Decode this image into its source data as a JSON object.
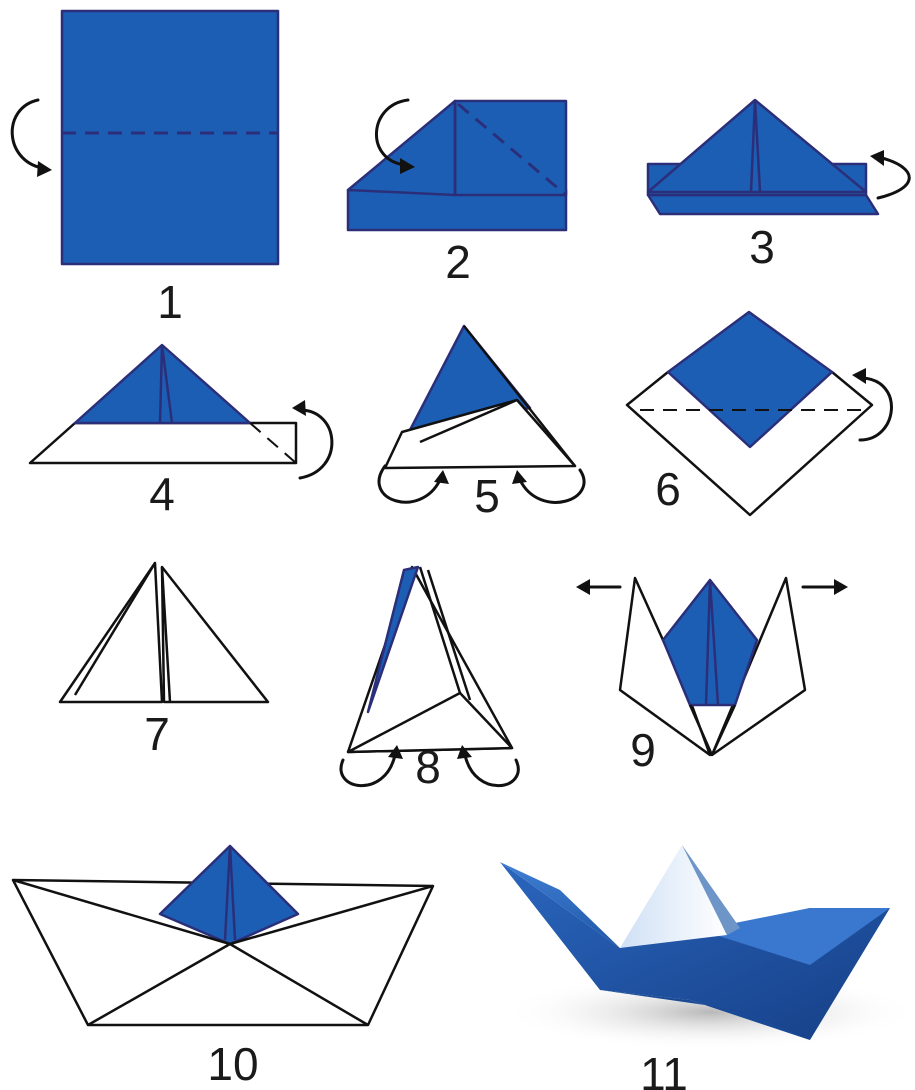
{
  "steps": [
    {
      "label": "1"
    },
    {
      "label": "2"
    },
    {
      "label": "3"
    },
    {
      "label": "4"
    },
    {
      "label": "5"
    },
    {
      "label": "6"
    },
    {
      "label": "7"
    },
    {
      "label": "8"
    },
    {
      "label": "9"
    },
    {
      "label": "10"
    },
    {
      "label": "11"
    }
  ],
  "colors": {
    "paper_blue": "#1d5eb5",
    "outline": "#2b2f7a",
    "paper_white": "#ffffff",
    "ink": "#111111"
  },
  "icons": [
    "fold-arrow-icon",
    "pull-arrow-icon"
  ]
}
